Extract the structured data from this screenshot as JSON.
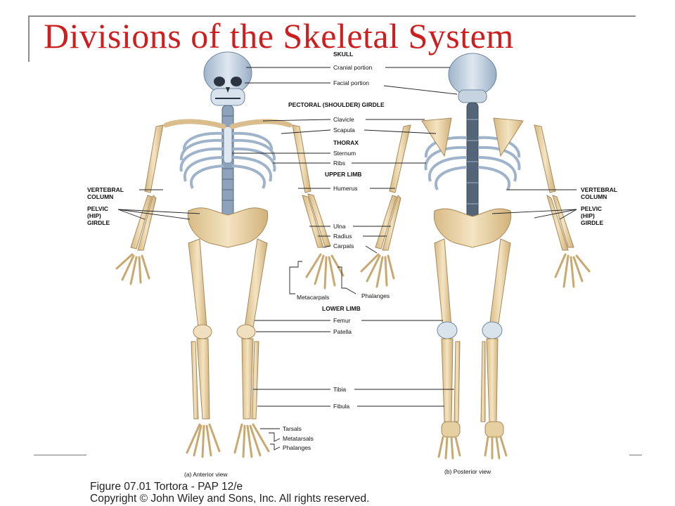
{
  "title": "Divisions of the Skeletal System",
  "labels": {
    "skull": "SKULL",
    "cranial": "Cranial portion",
    "facial": "Facial portion",
    "pectoral": "PECTORAL (SHOULDER) GIRDLE",
    "clavicle": "Clavicle",
    "scapula": "Scapula",
    "thorax": "THORAX",
    "sternum": "Sternum",
    "ribs": "Ribs",
    "upper_limb": "UPPER LIMB",
    "humerus": "Humerus",
    "ulna": "Ulna",
    "radius": "Radius",
    "carpals": "Carpals",
    "metacarpals": "Metacarpals",
    "phalanges_hand": "Phalanges",
    "lower_limb": "LOWER LIMB",
    "femur": "Femur",
    "patella": "Patella",
    "tibia": "Tibia",
    "fibula": "Fibula",
    "tarsals": "Tarsals",
    "metatarsals": "Metatarsals",
    "phalanges_foot": "Phalanges",
    "vertebral_left_1": "VERTEBRAL",
    "vertebral_left_2": "COLUMN",
    "pelvic_left_1": "PELVIC",
    "pelvic_left_2": "(HIP)",
    "pelvic_left_3": "GIRDLE",
    "vertebral_right_1": "VERTEBRAL",
    "vertebral_right_2": "COLUMN",
    "pelvic_right_1": "PELVIC",
    "pelvic_right_2": "(HIP)",
    "pelvic_right_3": "GIRDLE",
    "anterior_view": "(a) Anterior view",
    "posterior_view": "(b) Posterior view"
  },
  "caption": {
    "line1": "Figure 07.01  Tortora - PAP 12/e",
    "line2": "Copyright © John Wiley and Sons, Inc. All rights reserved."
  },
  "colors": {
    "title": "#cc1f1f",
    "bone": "#e8d2a6",
    "bone_outline": "#a8895a",
    "axial": "#b7c9dc",
    "axial_outline": "#6f859c"
  }
}
